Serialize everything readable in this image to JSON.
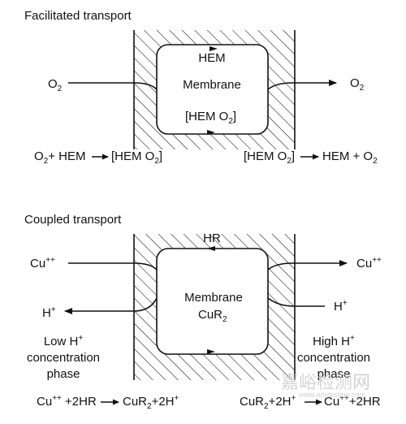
{
  "facilitated": {
    "title": "Facilitated transport",
    "inside_top": "HEM",
    "inside_mid": "Membrane",
    "inside_bottom_main": "[HEM O",
    "inside_bottom_sub": "2",
    "inside_bottom_end": "]",
    "left_species": "O",
    "left_species_sub": "2",
    "right_species": "O",
    "right_species_sub": "2",
    "eq_left": {
      "a": "O",
      "a_sub": "2",
      "b": "+ HEM",
      "c": "[HEM O",
      "c_sub": "2",
      "d": "]"
    },
    "eq_right": {
      "a": "[HEM O",
      "a_sub": "2",
      "b": "]",
      "c": "HEM + O",
      "c_sub": "2"
    }
  },
  "coupled": {
    "title": "Coupled transport",
    "inside_top": "HR",
    "inside_mid": "Membrane",
    "inside_bottom_main": "CuR",
    "inside_bottom_sub": "2",
    "left_top": "Cu",
    "left_top_sup": "++",
    "right_top": "Cu",
    "right_top_sup": "++",
    "left_bottom": "H",
    "left_bottom_sup": "+",
    "right_bottom": "H",
    "right_bottom_sup": "+",
    "left_phase": [
      "Low H",
      "concentration",
      "phase"
    ],
    "left_phase_sup": "+",
    "right_phase": [
      "High H",
      "concentration",
      "phase"
    ],
    "right_phase_sup": "+",
    "eq_left": {
      "a": "Cu",
      "a_sup": "++",
      "b": " +2HR",
      "c": "CuR",
      "c_sub": "2",
      "d": "+2H",
      "d_sup": "+"
    },
    "eq_right": {
      "a": "CuR",
      "a_sub": "2",
      "b": "+2H",
      "b_sup": "+",
      "c": "Cu",
      "c_sup": "++",
      "d": "+2HR"
    }
  },
  "watermark": {
    "main": "嘉峪检测网",
    "small": "www.anytesting.com"
  }
}
